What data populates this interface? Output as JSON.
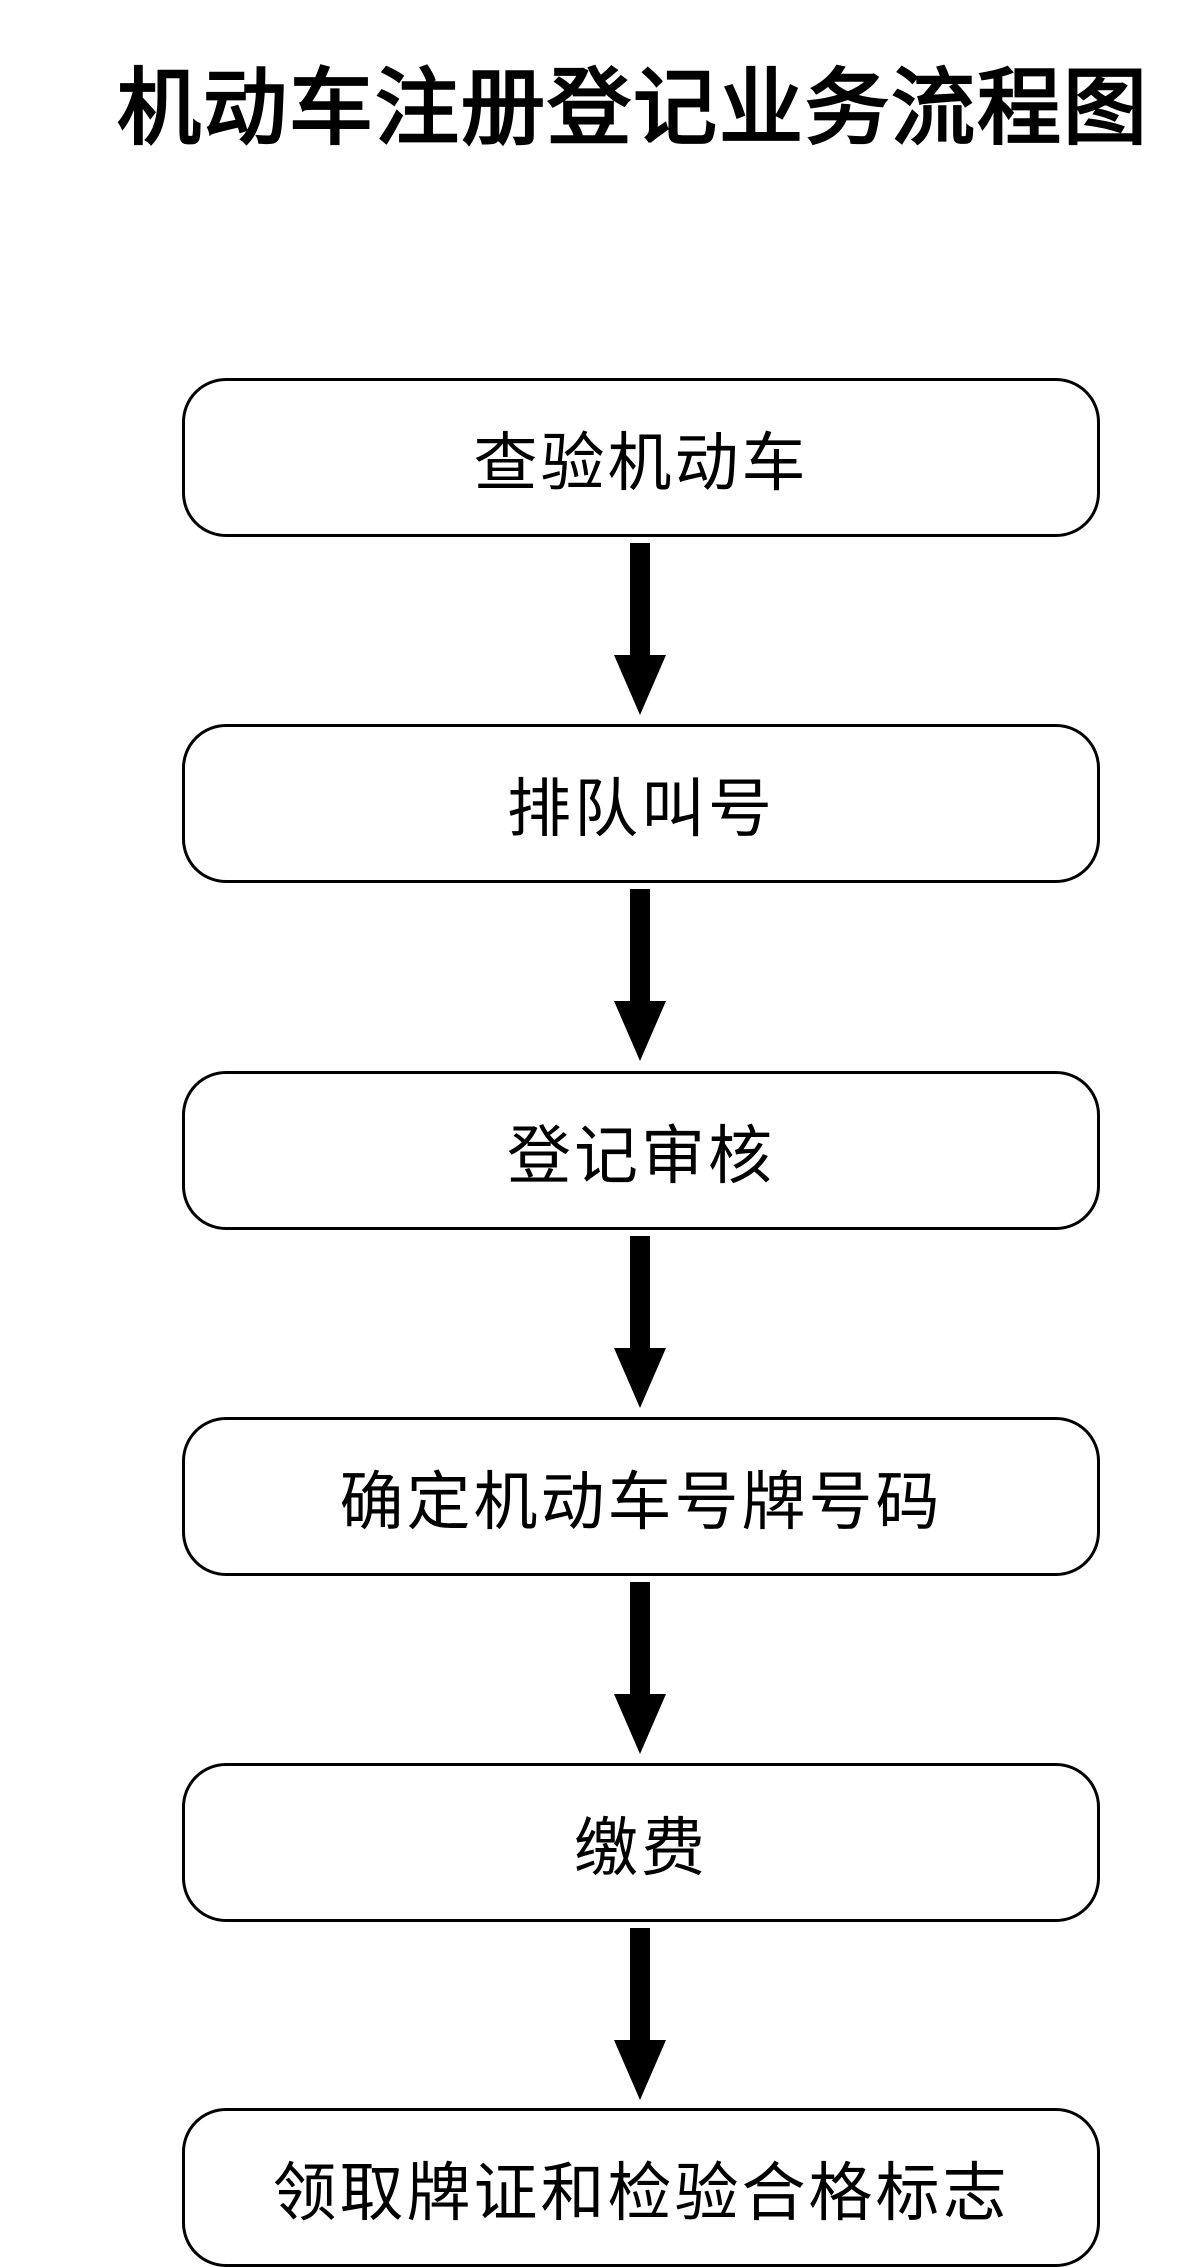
{
  "title": "机动车注册登记业务流程图",
  "steps": [
    {
      "label": "查验机动车"
    },
    {
      "label": "排队叫号"
    },
    {
      "label": "登记审核"
    },
    {
      "label": "确定机动车号牌号码"
    },
    {
      "label": "缴费"
    },
    {
      "label": "领取牌证和检验合格标志"
    }
  ]
}
